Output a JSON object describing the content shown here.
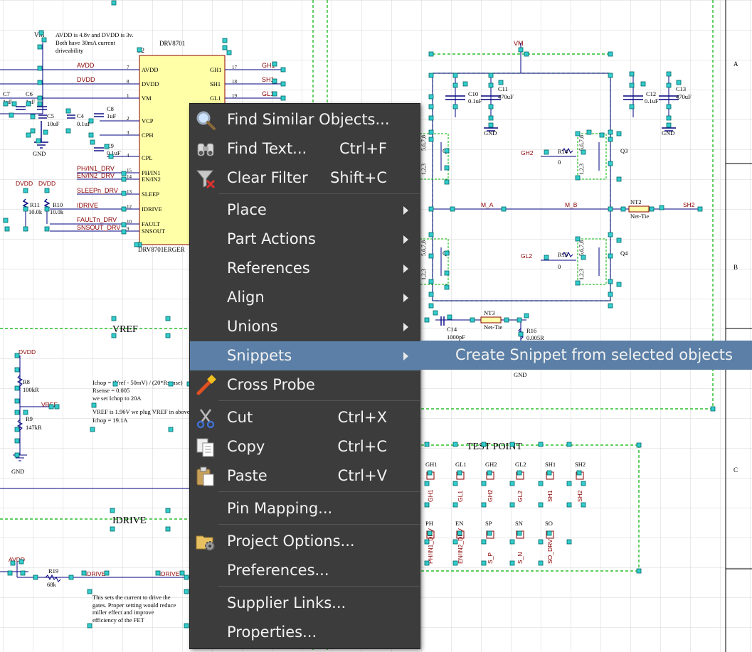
{
  "schematic": {
    "chip": {
      "ref": "U2",
      "part_top": "DRV8701",
      "part_bottom": "DRV8701ERGER",
      "left_pins": [
        [
          "AVDD",
          "7"
        ],
        [
          "DVDD",
          "8"
        ],
        [
          "VM",
          "1"
        ],
        [
          "VCP",
          "2"
        ],
        [
          "CPH",
          "3"
        ],
        [
          "CPL",
          "4"
        ],
        [
          "PH/IN1",
          "15"
        ],
        [
          "EN/IN2",
          "14"
        ],
        [
          "SLEEP",
          "13"
        ],
        [
          "IDRIVE",
          "12"
        ],
        [
          "FAULT",
          "10"
        ],
        [
          "SNSOUT",
          "9"
        ]
      ],
      "right_pins": [
        [
          "GH1",
          "17"
        ],
        [
          "SH1",
          "18"
        ],
        [
          "GL1",
          "19"
        ]
      ]
    },
    "nets_left": [
      "AVDD",
      "DVDD",
      "PH/IN1_DRV",
      "EN/IN2_DRV",
      "SLEEPn_DRV",
      "IDRIVE",
      "FAULTn_DRV",
      "SNSOUT_DRV"
    ],
    "net_gh1": "GH1",
    "net_sh1": "SH1",
    "net_gl1": "GL1",
    "vm_top": "VM",
    "vm_right": "VM",
    "note_avdd": [
      "AVDD is 4.8v and DVDD is 3v.",
      "Both have 30mA current",
      "driveability"
    ],
    "caps": {
      "c7": [
        "C7",
        "1uF"
      ],
      "c6": [
        "C6",
        "1uF"
      ],
      "c5": [
        "C5",
        "10uF"
      ],
      "c4": [
        "C4",
        "0.1uF"
      ],
      "c8": [
        "C8",
        "1uF"
      ],
      "c9": [
        "C9",
        "0.1uF"
      ],
      "c10": [
        "C10",
        "0.1uF"
      ],
      "c11": [
        "C11",
        "470uF"
      ],
      "c12": [
        "C12",
        "0.1uF"
      ],
      "c13": [
        "C13",
        "470uF"
      ],
      "c14": [
        "C14",
        "1000pF"
      ]
    },
    "dvdd_labels": [
      "DVDD",
      "DVDD"
    ],
    "r11": [
      "R11",
      "10.0k"
    ],
    "r10": [
      "R10",
      "10.0k"
    ],
    "gnd": "GND",
    "fets": [
      "Q1",
      "Q2",
      "Q3",
      "Q4"
    ],
    "fet_pins": "5,6,7,8",
    "fet_pins_bottom": "1,2,3",
    "gh2": "GH2",
    "gl2": "GL2",
    "r14": [
      "R14",
      "0"
    ],
    "r15": [
      "R15",
      "0"
    ],
    "m_a": "M_A",
    "m_b": "M_B",
    "nt2": [
      "NT2",
      "Net-Tie"
    ],
    "sh2": "SH2",
    "nt3": [
      "NT3",
      "Net-Tie"
    ],
    "r16": [
      "R16",
      "0.005R"
    ],
    "vref_title": "VREF",
    "r8": [
      "R8",
      "100kR"
    ],
    "r9": [
      "R9",
      "147kR"
    ],
    "vref_net": "VREF",
    "note_vref": [
      "Ichop = (Vref - 50mV) / (20*Rsense)",
      "Rsense = 0.005",
      "we set Ichop to 20A",
      "",
      "VREF is 1.96V we plug VREF in above",
      "Ichop = 19.1A"
    ],
    "idrive_title": "IDRIVE",
    "r19": [
      "R19",
      "68k"
    ],
    "idrive_net": "IDRIVE",
    "note_idrive": [
      "This sets the current to drive the",
      "gates. Proper setting would reduce",
      "miller effect and improve",
      "efficiency of the FET"
    ],
    "testpoint_title": "TEST POINT",
    "tp_row1": [
      "GH1",
      "GL1",
      "GH2",
      "GL2",
      "SH1",
      "SH2"
    ],
    "tp_row2": [
      "PH",
      "EN",
      "SP",
      "SN",
      "SO"
    ],
    "tp_row2_nets": [
      "PH/IN1_DRV",
      "EN/IN2_DRV",
      "S_P",
      "S_N",
      "SO_DRV"
    ],
    "zones": [
      "A",
      "B",
      "C"
    ]
  },
  "context_menu": {
    "items": [
      {
        "label": "Find Similar Objects...",
        "shortcut": "",
        "submenu": false,
        "icon": "magnifier-icon"
      },
      {
        "label": "Find Text...",
        "shortcut": "Ctrl+F",
        "submenu": false,
        "icon": "binoculars-icon"
      },
      {
        "label": "Clear Filter",
        "shortcut": "Shift+C",
        "submenu": false,
        "icon": "clear-filter-icon"
      },
      {
        "label": "Place",
        "shortcut": "",
        "submenu": true
      },
      {
        "label": "Part Actions",
        "shortcut": "",
        "submenu": true
      },
      {
        "label": "References",
        "shortcut": "",
        "submenu": true
      },
      {
        "label": "Align",
        "shortcut": "",
        "submenu": true
      },
      {
        "label": "Unions",
        "shortcut": "",
        "submenu": true
      },
      {
        "label": "Snippets",
        "shortcut": "",
        "submenu": true,
        "highlighted": true
      },
      {
        "label": "Cross Probe",
        "shortcut": "",
        "submenu": false,
        "icon": "cross-probe-icon"
      },
      {
        "label": "Cut",
        "shortcut": "Ctrl+X",
        "submenu": false,
        "icon": "scissors-icon"
      },
      {
        "label": "Copy",
        "shortcut": "Ctrl+C",
        "submenu": false,
        "icon": "copy-icon"
      },
      {
        "label": "Paste",
        "shortcut": "Ctrl+V",
        "submenu": false,
        "icon": "paste-icon"
      },
      {
        "label": "Pin Mapping...",
        "shortcut": "",
        "submenu": false
      },
      {
        "label": "Project Options...",
        "shortcut": "",
        "submenu": false,
        "icon": "project-options-icon"
      },
      {
        "label": "Preferences...",
        "shortcut": "",
        "submenu": false
      },
      {
        "label": "Supplier Links...",
        "shortcut": "",
        "submenu": false
      },
      {
        "label": "Properties...",
        "shortcut": "",
        "submenu": false
      }
    ],
    "submenu": {
      "label": "Create Snippet from selected objects"
    }
  },
  "colors": {
    "menu_bg": "#3c3c3c",
    "menu_highlight": "#5b7fa6",
    "selection_handle": "#33cccc",
    "wire": "#000080",
    "component_fill": "#ffffa8",
    "net_label": "#8b0000",
    "selection_dash": "#00b000"
  }
}
